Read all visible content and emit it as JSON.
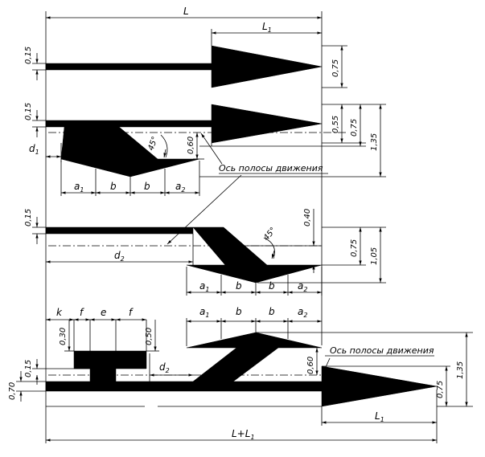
{
  "labels": {
    "L": "L",
    "L1": "L",
    "L1_sub": "1",
    "L_plus_L1": "L+L",
    "L_plus_L1_sub": "1",
    "d1": "d",
    "d1_sub": "1",
    "d2": "d",
    "d2_sub": "2",
    "a1": "a",
    "a1_sub": "1",
    "a2": "a",
    "a2_sub": "2",
    "b": "b",
    "k": "k",
    "f": "f",
    "e": "e",
    "angle_45": "45°",
    "lane_axis": "Ось полосы движения"
  },
  "dimensions": {
    "v015": "0,15",
    "v075": "0,75",
    "v055": "0,55",
    "v135": "1,35",
    "v060": "0,60",
    "v040": "0,40",
    "v105": "1,05",
    "v030": "0,30",
    "v050": "0,50",
    "v070": "0,70"
  }
}
